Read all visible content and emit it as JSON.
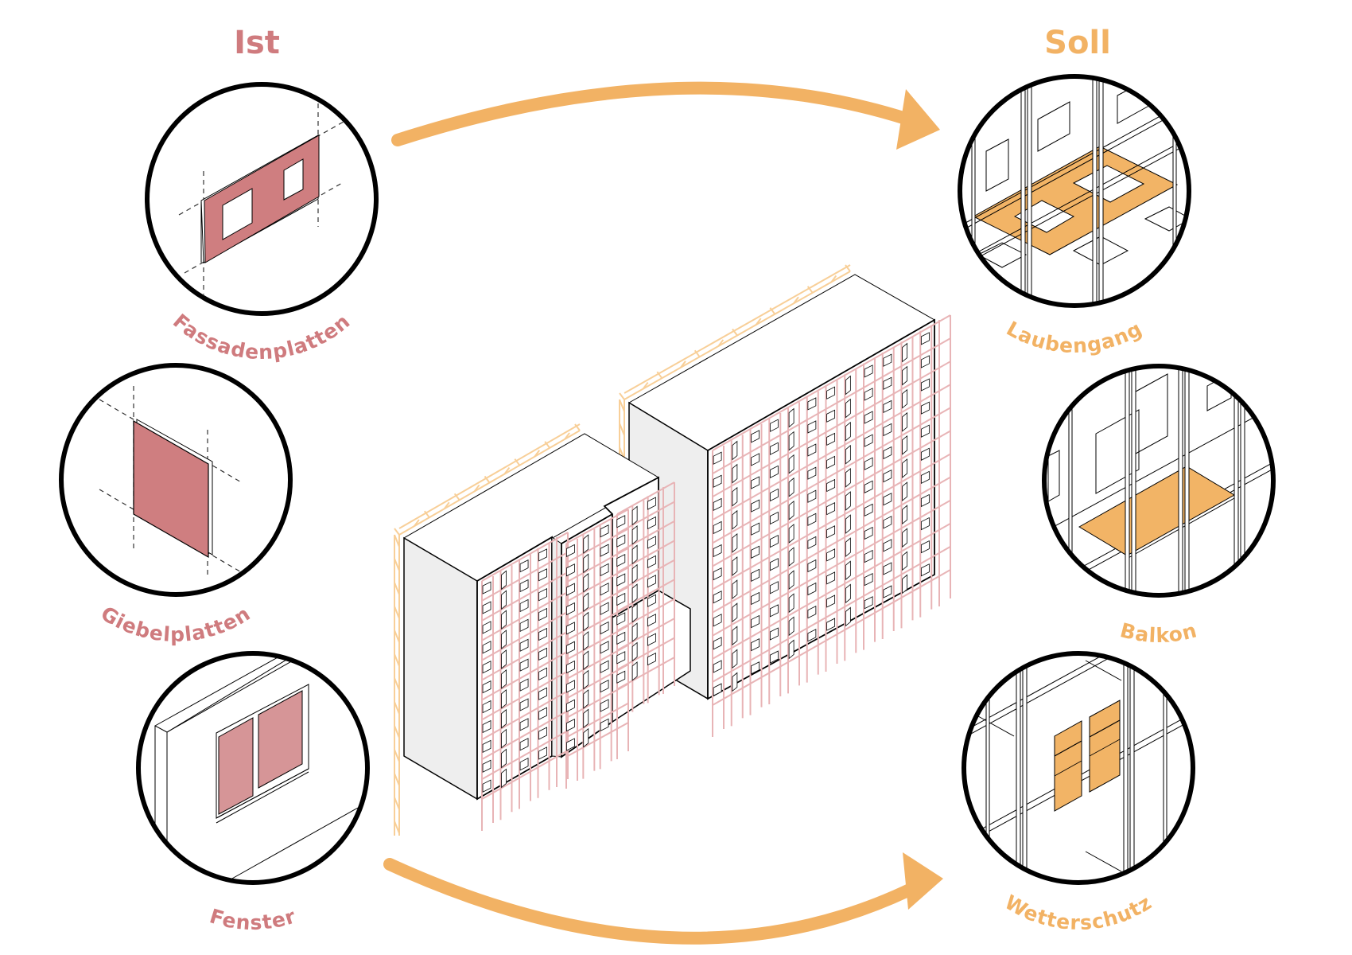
{
  "colors": {
    "ist": "#cf7b7e",
    "soll": "#f2b264",
    "panel_fill": "#cf7e80",
    "window_fill": "#d69597",
    "soll_fill": "#f2b466",
    "scaffold_pink": "#e8b4b6",
    "scaffold_orange": "#f8cf98",
    "gable_gray": "#eeeeee",
    "outline": "#000000"
  },
  "headings": {
    "ist": "Ist",
    "soll": "Soll"
  },
  "ist_items": [
    {
      "label": "Fassadenplatten",
      "icon": "facade-panel-icon"
    },
    {
      "label": "Giebelplatten",
      "icon": "gable-panel-icon"
    },
    {
      "label": "Fenster",
      "icon": "window-icon"
    }
  ],
  "soll_items": [
    {
      "label": "Laubengang",
      "icon": "access-gallery-icon"
    },
    {
      "label": "Balkon",
      "icon": "balcony-icon"
    },
    {
      "label": "Wetterschutz",
      "icon": "weather-protection-icon"
    }
  ],
  "arrows": [
    {
      "from": "Ist",
      "to": "Soll",
      "name": "top-transition-arrow"
    },
    {
      "from": "Ist",
      "to": "Soll",
      "name": "bottom-transition-arrow"
    }
  ],
  "center": {
    "subject": "building-isometric",
    "blocks": [
      {
        "name": "left-building",
        "floors": 11
      },
      {
        "name": "right-building",
        "floors": 11
      }
    ]
  }
}
